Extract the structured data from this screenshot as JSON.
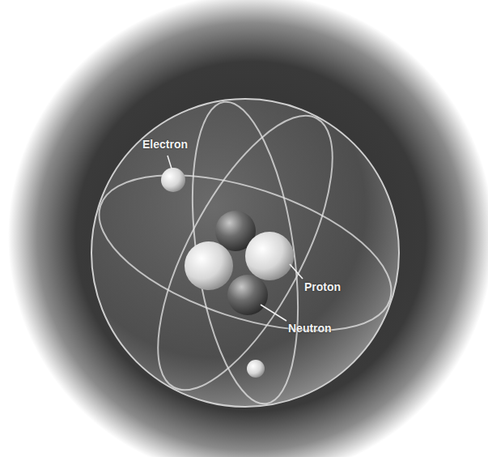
{
  "diagram": {
    "labels": [
      "Electron",
      "Proton",
      "Neutron"
    ]
  }
}
